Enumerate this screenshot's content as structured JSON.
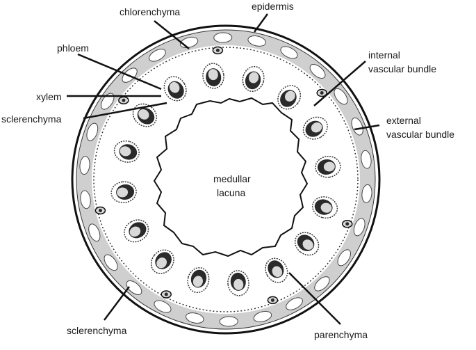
{
  "labels": {
    "chlorenchyma": "chlorenchyma",
    "epidermis": "epidermis",
    "phloem": "phloem",
    "xylem": "xylem",
    "sclerenchyma_top": "sclerenchyma",
    "internal_bundle_1": "internal",
    "internal_bundle_2": "vascular bundle",
    "external_bundle_1": "external",
    "external_bundle_2": "vascular bundle",
    "lacuna_1": "medullar",
    "lacuna_2": "lacuna",
    "sclerenchyma_bottom": "sclerenchyma",
    "parenchyma": "parenchyma"
  },
  "colors": {
    "outline": "#111111",
    "sclerenchyma_band": "#cfcfcf",
    "chlorenchyma_patch": "#ffffff",
    "bundle_dark": "#2a2a2a",
    "bundle_light": "#d9d9d9"
  }
}
